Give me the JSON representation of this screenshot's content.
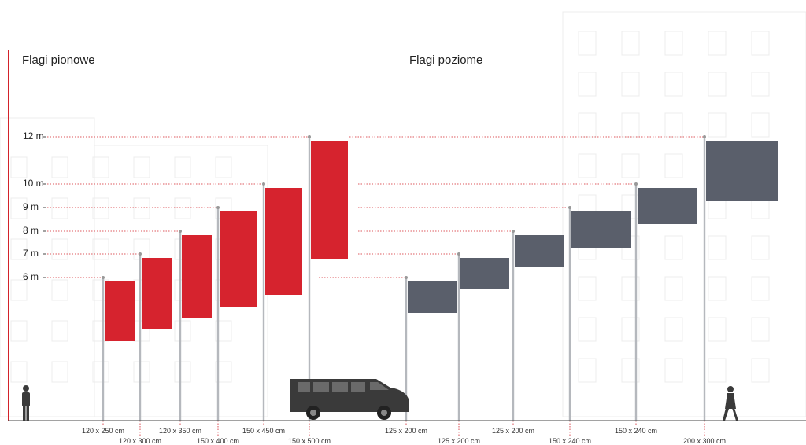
{
  "headings": {
    "vertical": "Flagi pionowe",
    "horizontal": "Flagi poziome"
  },
  "height_levels": [
    "12 m",
    "10 m",
    "9 m",
    "8 m",
    "7 m",
    "6 m"
  ],
  "vertical_flags": [
    {
      "size": "120 x 250 cm",
      "height_m": 6
    },
    {
      "size": "120 x 300 cm",
      "height_m": 7
    },
    {
      "size": "120 x 350 cm",
      "height_m": 8
    },
    {
      "size": "150 x 400 cm",
      "height_m": 9
    },
    {
      "size": "150 x 450 cm",
      "height_m": 10
    },
    {
      "size": "150 x 500 cm",
      "height_m": 12
    }
  ],
  "horizontal_flags": [
    {
      "size": "125 x 200 cm",
      "height_m": 6
    },
    {
      "size": "125 x 200 cm",
      "height_m": 7
    },
    {
      "size": "125 x 200 cm",
      "height_m": 8
    },
    {
      "size": "150 x 240 cm",
      "height_m": 9
    },
    {
      "size": "150 x 240 cm",
      "height_m": 10
    },
    {
      "size": "200 x 300 cm",
      "height_m": 12
    }
  ],
  "colors": {
    "accent": "#d3222a",
    "flag_red": "#d6232e",
    "flag_gray": "#5a5f6b",
    "pole": "#b5b8bd",
    "silhouette": "#3a3a3a"
  },
  "icons": [
    "person-icon",
    "van-icon",
    "person-walking-icon"
  ]
}
